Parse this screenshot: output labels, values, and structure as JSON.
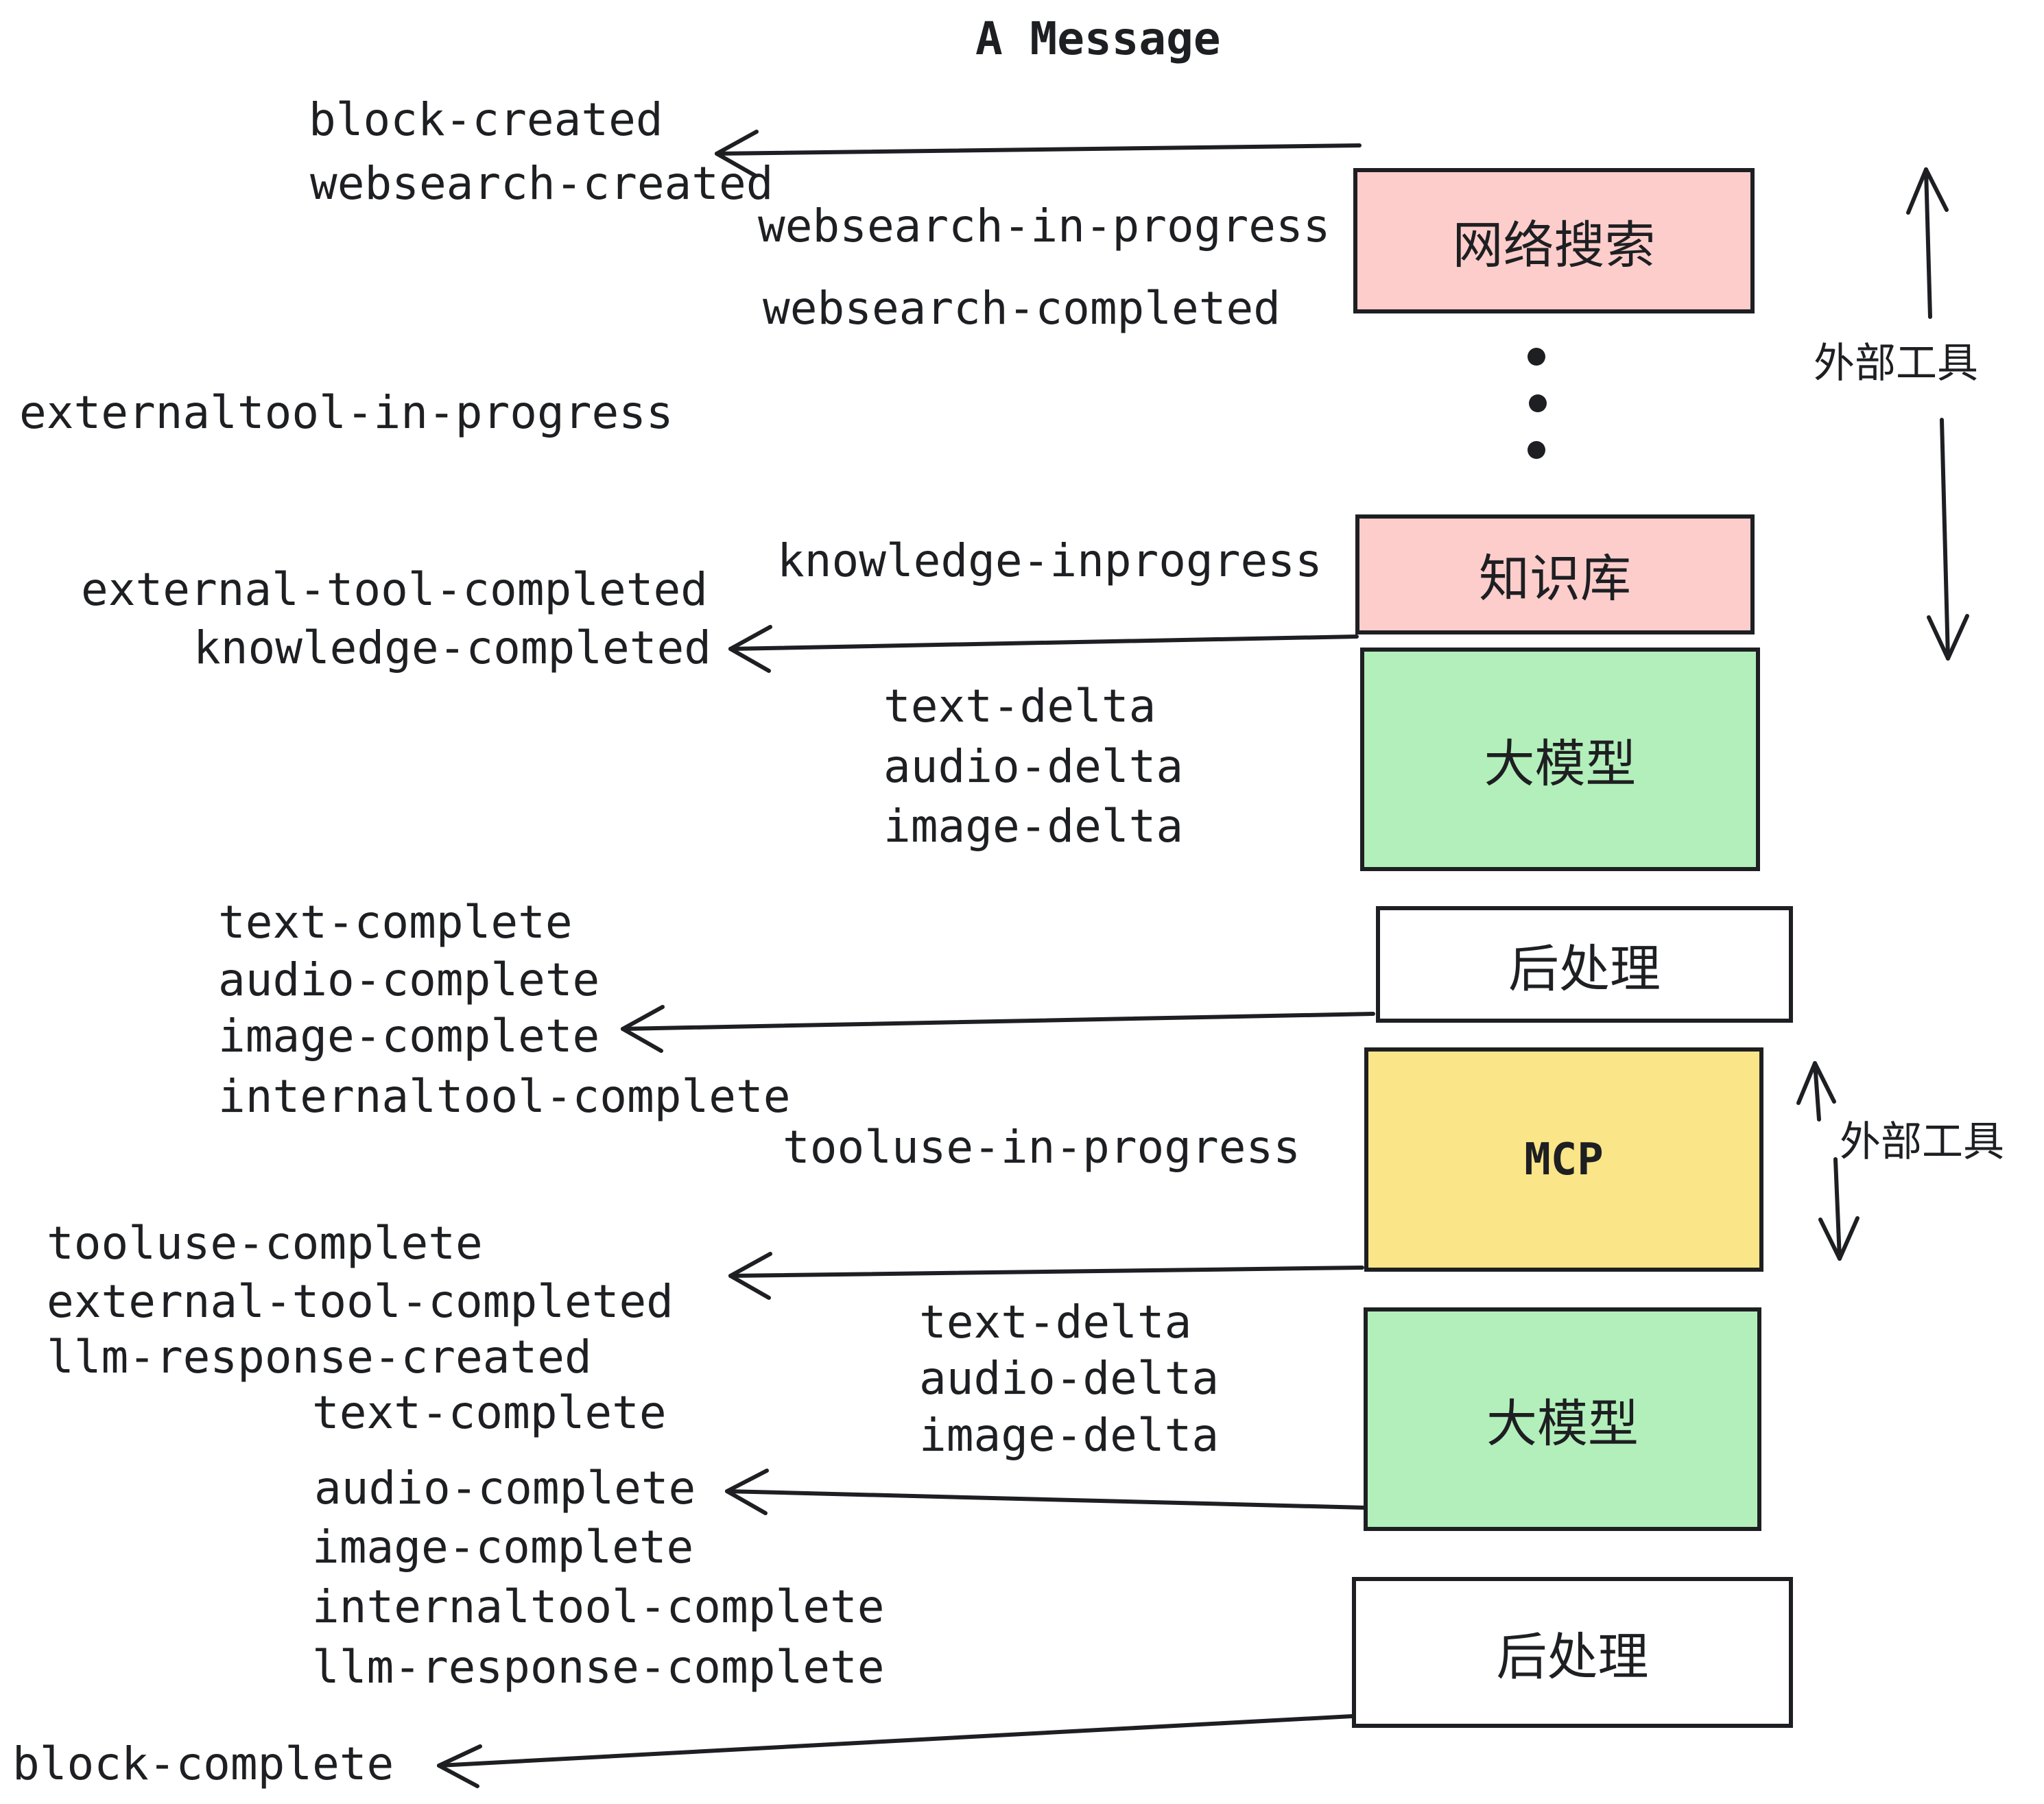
{
  "title": "A Message",
  "colors": {
    "pink": "#fccdcb",
    "green": "#b2efba",
    "yellow": "#fae588",
    "white": "#ffffff",
    "ink": "#1e1f22"
  },
  "boxes": {
    "websearch": "网络搜索",
    "knowledge": "知识库",
    "llm1": "大模型",
    "post1": "后处理",
    "mcp": "MCP",
    "llm2": "大模型",
    "post2": "后处理"
  },
  "side_labels": {
    "external_tools_top": "外部工具",
    "external_tools_bottom": "外部工具"
  },
  "events": {
    "block_created": "block-created",
    "websearch_created": "websearch-created",
    "websearch_in_progress": "websearch-in-progress",
    "websearch_completed": "websearch-completed",
    "externaltool_in_progress": "externaltool-in-progress",
    "knowledge_inprogress": "knowledge-inprogress",
    "external_tool_completed_1": "external-tool-completed",
    "knowledge_completed": "knowledge-completed",
    "text_delta_1": "text-delta",
    "audio_delta_1": "audio-delta",
    "image_delta_1": "image-delta",
    "text_complete_1": "text-complete",
    "audio_complete_1": "audio-complete",
    "image_complete_1": "image-complete",
    "internaltool_complete_1": "internaltool-complete",
    "tooluse_in_progress": "tooluse-in-progress",
    "tooluse_complete": "tooluse-complete",
    "external_tool_completed_2": "external-tool-completed",
    "llm_response_created": "llm-response-created",
    "text_delta_2": "text-delta",
    "audio_delta_2": "audio-delta",
    "image_delta_2": "image-delta",
    "text_complete_2": "text-complete",
    "audio_complete_2": "audio-complete",
    "image_complete_2": "image-complete",
    "internaltool_complete_2": "internaltool-complete",
    "llm_response_complete": "llm-response-complete",
    "block_complete": "block-complete"
  }
}
